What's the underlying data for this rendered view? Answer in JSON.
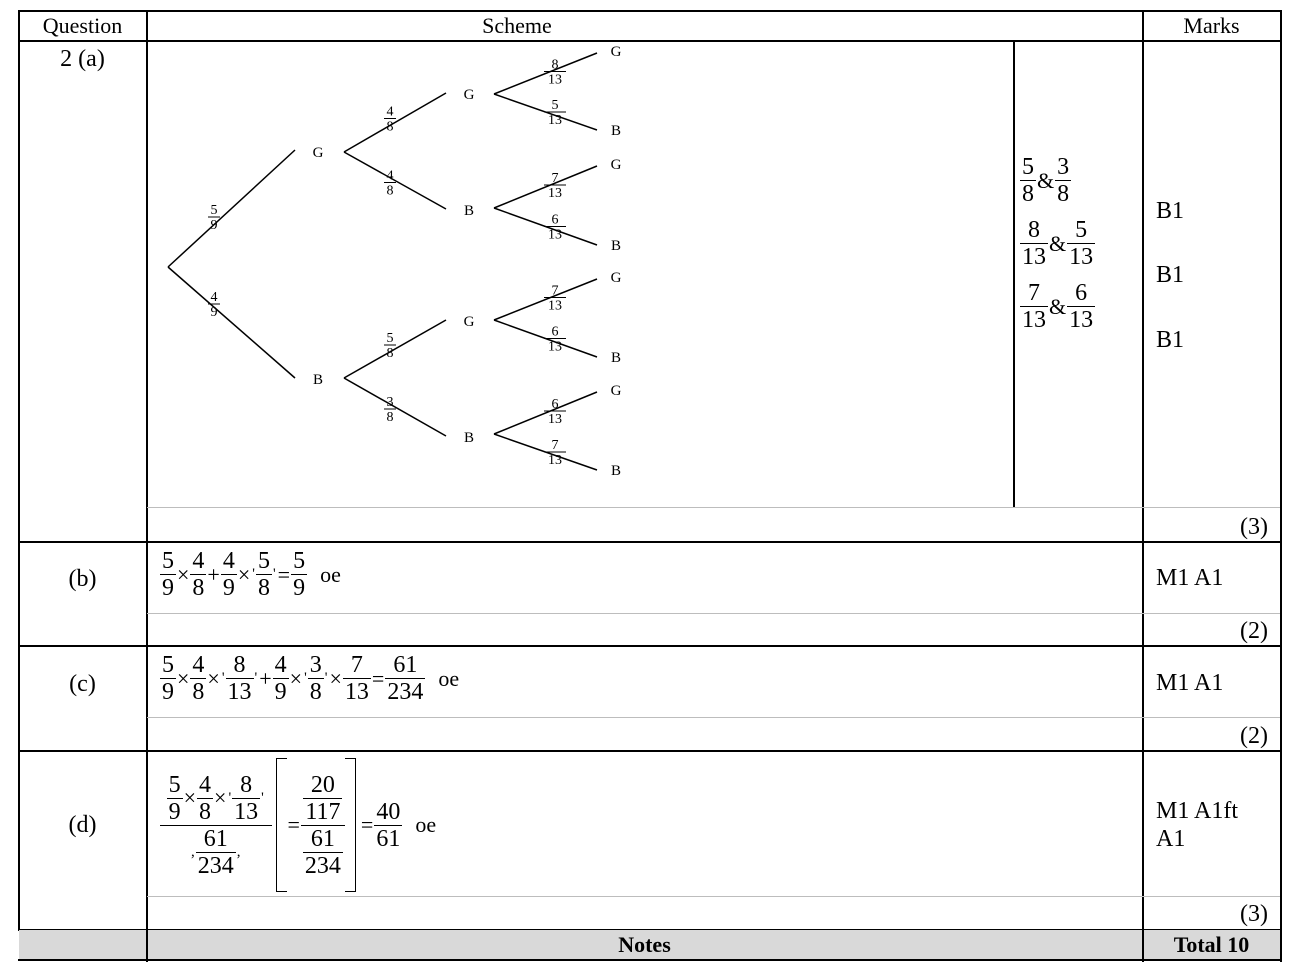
{
  "header": {
    "question": "Question",
    "scheme": "Scheme",
    "marks": "Marks"
  },
  "part_a": {
    "label": "2 (a)",
    "tree": {
      "first": {
        "to_G": "5/9",
        "to_B": "4/9"
      },
      "G": {
        "label": "G",
        "to_G": "4/8",
        "to_B": "4/8"
      },
      "B": {
        "label": "B",
        "to_G": "5/8",
        "to_B": "3/8"
      },
      "GG": {
        "label": "G",
        "to_G": "8/13",
        "to_B": "5/13"
      },
      "GB": {
        "label": "B",
        "to_G": "7/13",
        "to_B": "6/13"
      },
      "BG": {
        "label": "G",
        "to_G": "7/13",
        "to_B": "6/13"
      },
      "BB": {
        "label": "B",
        "to_G": "6/13",
        "to_B": "7/13"
      },
      "leaf_G": "G",
      "leaf_B": "B"
    },
    "criteria": [
      {
        "a": "5/8",
        "b": "3/8",
        "and": "&"
      },
      {
        "a": "8/13",
        "b": "5/13",
        "and": "&"
      },
      {
        "a": "7/13",
        "b": "6/13",
        "and": "&"
      }
    ],
    "marks": [
      "B1",
      "B1",
      "B1"
    ],
    "total": "(3)"
  },
  "part_b": {
    "label": "(b)",
    "tokens": [
      "5/9",
      "×",
      "4/8",
      "+",
      "4/9",
      "×",
      "'",
      "5/8",
      "'",
      "=",
      "5/9"
    ],
    "suffix": "oe",
    "marks": "M1 A1",
    "total": "(2)"
  },
  "part_c": {
    "label": "(c)",
    "tokens": [
      "5/9",
      "×",
      "4/8",
      "×",
      "'",
      "8/13",
      "'",
      "+",
      "4/9",
      "×",
      "'",
      "3/8",
      "'",
      "×",
      "7/13",
      "=",
      "61/234"
    ],
    "suffix": "oe",
    "marks": "M1 A1",
    "total": "(2)"
  },
  "part_d": {
    "label": "(d)",
    "num_tokens": [
      "5/9",
      "×",
      "4/8",
      "×",
      "'",
      "8/13",
      "'"
    ],
    "den_tokens": [
      ",",
      "61/234",
      ","
    ],
    "bracket_num": "20/117",
    "bracket_den": "61/234",
    "eq": "=",
    "result": "40/61",
    "suffix": "oe",
    "marks_line1": "M1 A1ft",
    "marks_line2": "A1",
    "total": "(3)"
  },
  "footer": {
    "notes": "Notes",
    "total": "Total 10"
  }
}
